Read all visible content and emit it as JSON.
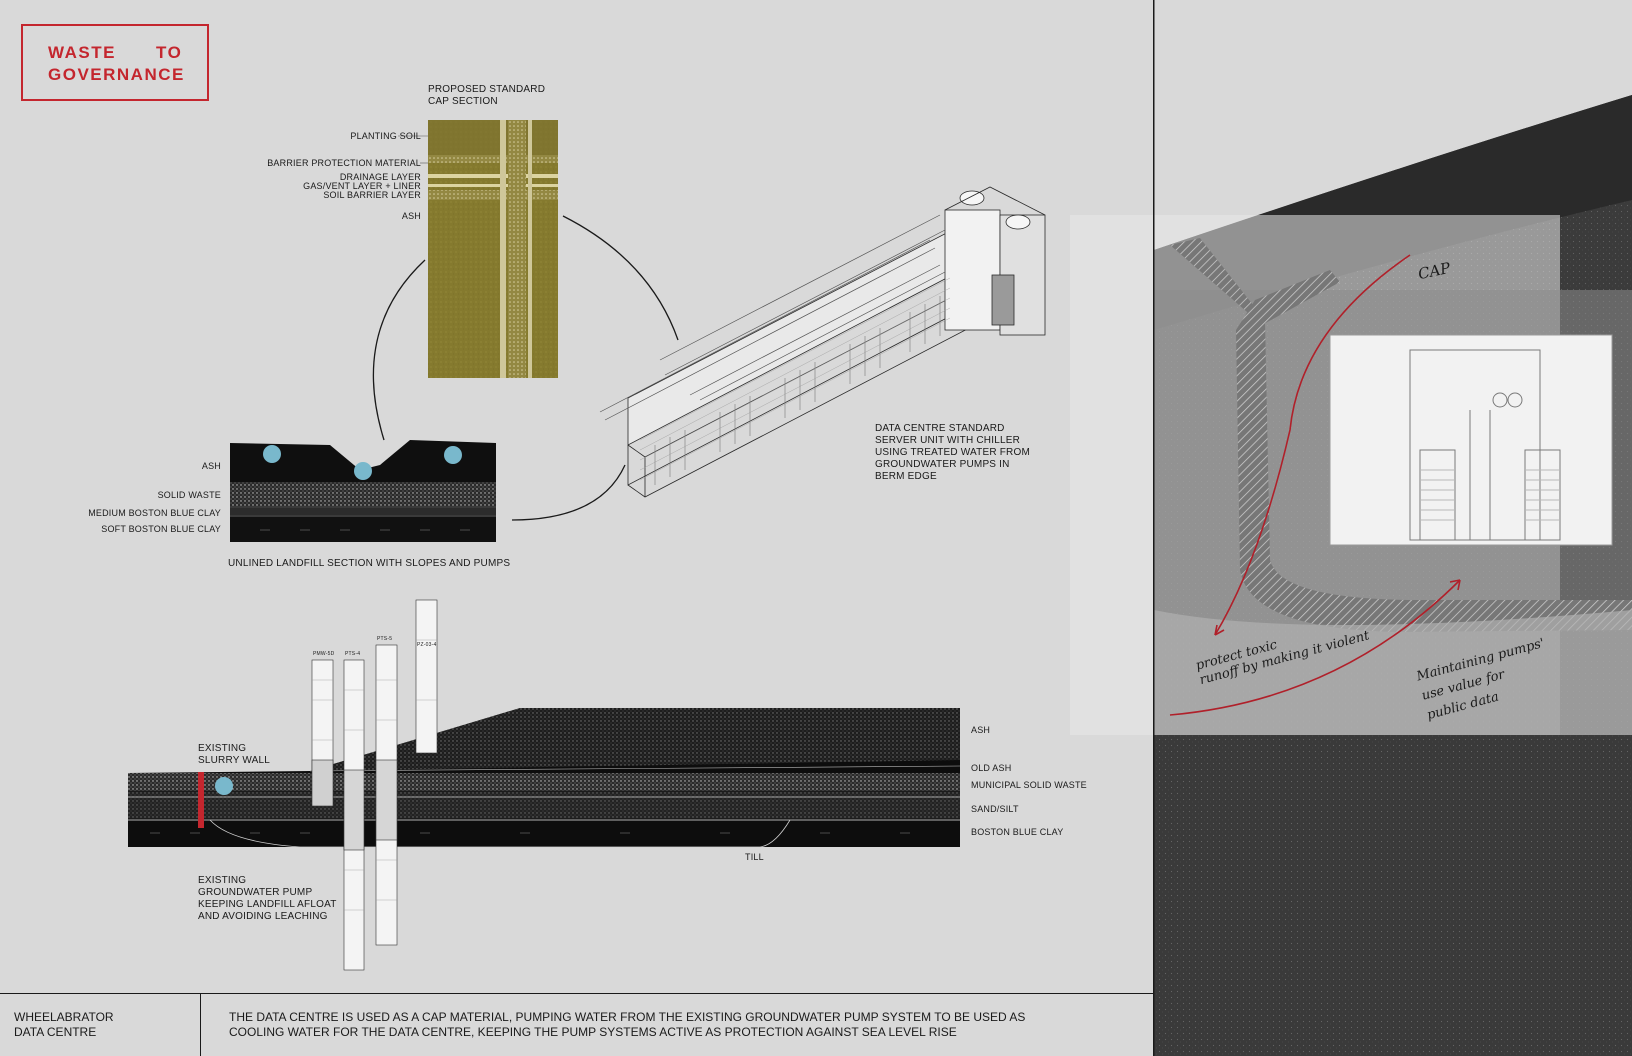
{
  "logo": {
    "word1": "WASTE",
    "word2": "TO",
    "word3": "GOVERNANCE",
    "color": "#c4262e"
  },
  "cap_section": {
    "title": "PROPOSED STANDARD\nCAP SECTION",
    "layers": [
      "PLANTING SOIL",
      "BARRIER PROTECTION MATERIAL",
      "DRAINAGE LAYER",
      "GAS/VENT LAYER + LINER",
      "SOIL BARRIER LAYER",
      "ASH"
    ],
    "fill_color": "#857a2e"
  },
  "landfill_section": {
    "title": "UNLINED LANDFILL SECTION WITH SLOPES AND PUMPS",
    "layers": [
      "ASH",
      "SOLID WASTE",
      "MEDIUM BOSTON BLUE CLAY",
      "SOFT BOSTON BLUE CLAY"
    ],
    "pump_color": "#79b8cc"
  },
  "server_unit": {
    "caption": "DATA CENTRE STANDARD\nSERVER UNIT WITH CHILLER\nUSING TREATED WATER FROM\nGROUNDWATER PUMPS IN\nBERM EDGE"
  },
  "long_section": {
    "layers": [
      "ASH",
      "OLD ASH",
      "MUNICIPAL SOLID WASTE",
      "SAND/SILT",
      "BOSTON BLUE CLAY"
    ],
    "till_label": "TILL",
    "slurry_wall_label": "EXISTING\nSLURRY WALL",
    "pump_label": "EXISTING\nGROUNDWATER PUMP\nKEEPING LANDFILL AFLOAT\nAND AVOIDING LEACHING",
    "boring_logs": [
      "PMW-5D",
      "PTS-4",
      "PTS-5",
      "PZ-03-4"
    ],
    "slurry_color": "#c4262e"
  },
  "sketch": {
    "cap_note": "CAP",
    "note_left": "protect toxic\nrunoff by making it violent",
    "note_right": "Maintaining pumps'\nuse value for\npublic data",
    "arrow_color": "#b0202a"
  },
  "footer": {
    "project": "WHEELABRATOR\nDATA CENTRE",
    "description": "THE DATA CENTRE IS USED AS A CAP MATERIAL, PUMPING WATER FROM THE EXISTING GROUNDWATER PUMP SYSTEM TO BE USED AS\nCOOLING WATER FOR THE DATA CENTRE, KEEPING THE PUMP SYSTEMS ACTIVE AS PROTECTION AGAINST SEA LEVEL RISE"
  }
}
